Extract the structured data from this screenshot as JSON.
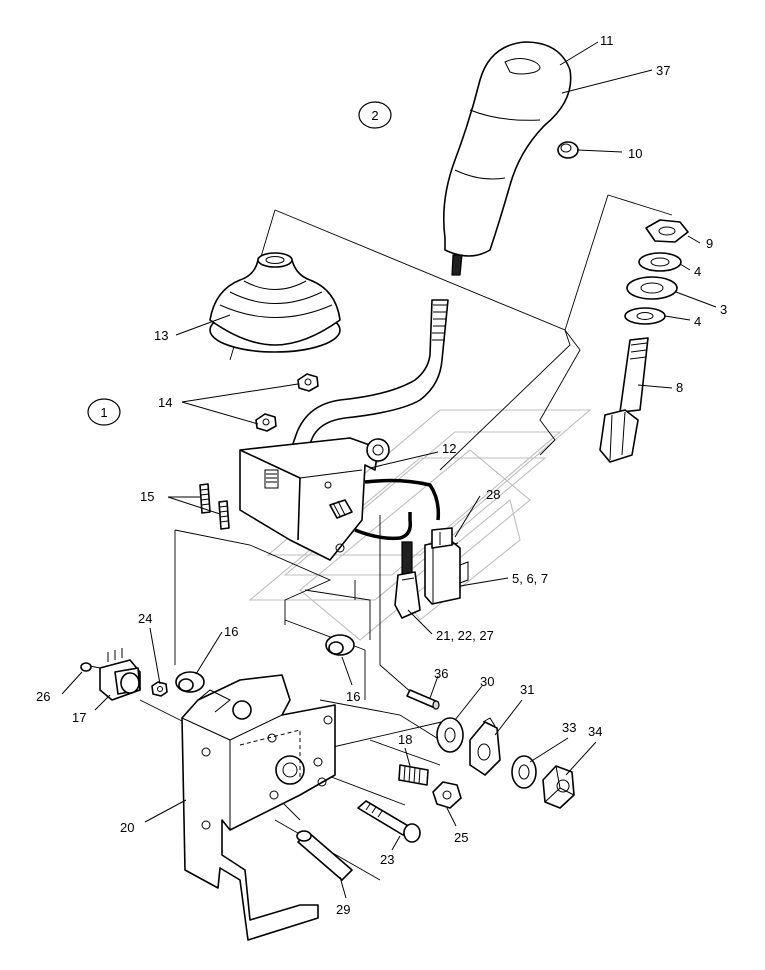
{
  "callouts": {
    "c1": "1",
    "c2": "2"
  },
  "labels": {
    "p11": "11",
    "p37": "37",
    "p10": "10",
    "p9": "9",
    "p4a": "4",
    "p3": "3",
    "p4b": "4",
    "p8": "8",
    "p13": "13",
    "p14": "14",
    "p12": "12",
    "p15": "15",
    "p28": "28",
    "p567": "5, 6, 7",
    "p212227": "21, 22, 27",
    "p24": "24",
    "p16a": "16",
    "p16b": "16",
    "p26": "26",
    "p17": "17",
    "p36": "36",
    "p30": "30",
    "p31": "31",
    "p33": "33",
    "p34": "34",
    "p18": "18",
    "p20": "20",
    "p25": "25",
    "p23": "23",
    "p29": "29"
  }
}
